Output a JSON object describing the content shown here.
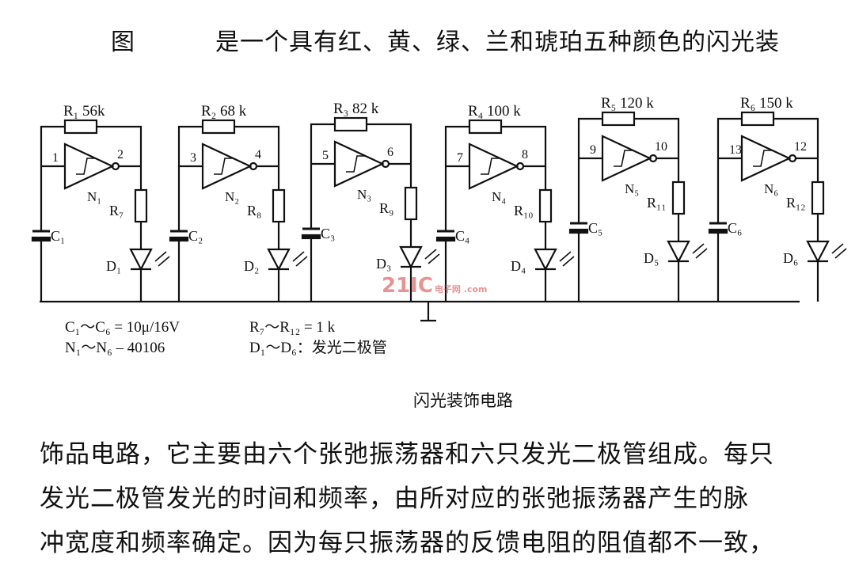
{
  "header": {
    "figure_label": "图",
    "line1": "是一个具有红、黄、绿、兰和琥珀五种颜色的闪光装"
  },
  "circuit": {
    "stages": [
      {
        "resistor": "R₁ 56k",
        "in_pin": "1",
        "out_pin": "2",
        "gate": "N₁",
        "load_resistor": "R₇",
        "capacitor": "C₁",
        "diode": "D₁"
      },
      {
        "resistor": "R₂ 68 k",
        "in_pin": "3",
        "out_pin": "4",
        "gate": "N₂",
        "load_resistor": "R₈",
        "capacitor": "C₂",
        "diode": "D₂"
      },
      {
        "resistor": "R₃ 82 k",
        "in_pin": "5",
        "out_pin": "6",
        "gate": "N₃",
        "load_resistor": "R₉",
        "capacitor": "C₃",
        "diode": "D₃"
      },
      {
        "resistor": "R₄ 100 k",
        "in_pin": "7",
        "out_pin": "8",
        "gate": "N₄",
        "load_resistor": "R₁₀",
        "capacitor": "C₄",
        "diode": "D₄"
      },
      {
        "resistor": "R₅ 120 k",
        "in_pin": "9",
        "out_pin": "10",
        "gate": "N₅",
        "load_resistor": "R₁₁",
        "capacitor": "C₅",
        "diode": "D₅"
      },
      {
        "resistor": "R₆ 150 k",
        "in_pin": "13",
        "out_pin": "12",
        "gate": "N₆",
        "load_resistor": "R₁₂",
        "capacitor": "C₆",
        "diode": "D₆"
      }
    ],
    "watermark": "21IC",
    "watermark_small": "电子网 .com"
  },
  "legend": {
    "line1": "C₁～C₆ = 10μ/16V",
    "line2": "N₁～N₆ – 40106",
    "line3": "R₇～R₁₂ = 1 k",
    "line4": "D₁～D₆：发光二极管"
  },
  "caption": "闪光装饰电路",
  "body": {
    "line1": "饰品电路，它主要由六个张弛振荡器和六只发光二极管组成。每只",
    "line2": "发光二极管发光的时间和频率，由所对应的张弛振荡器产生的脉",
    "line3": "冲宽度和频率确定。因为每只振荡器的反馈电阻的阻值都不一致，"
  }
}
